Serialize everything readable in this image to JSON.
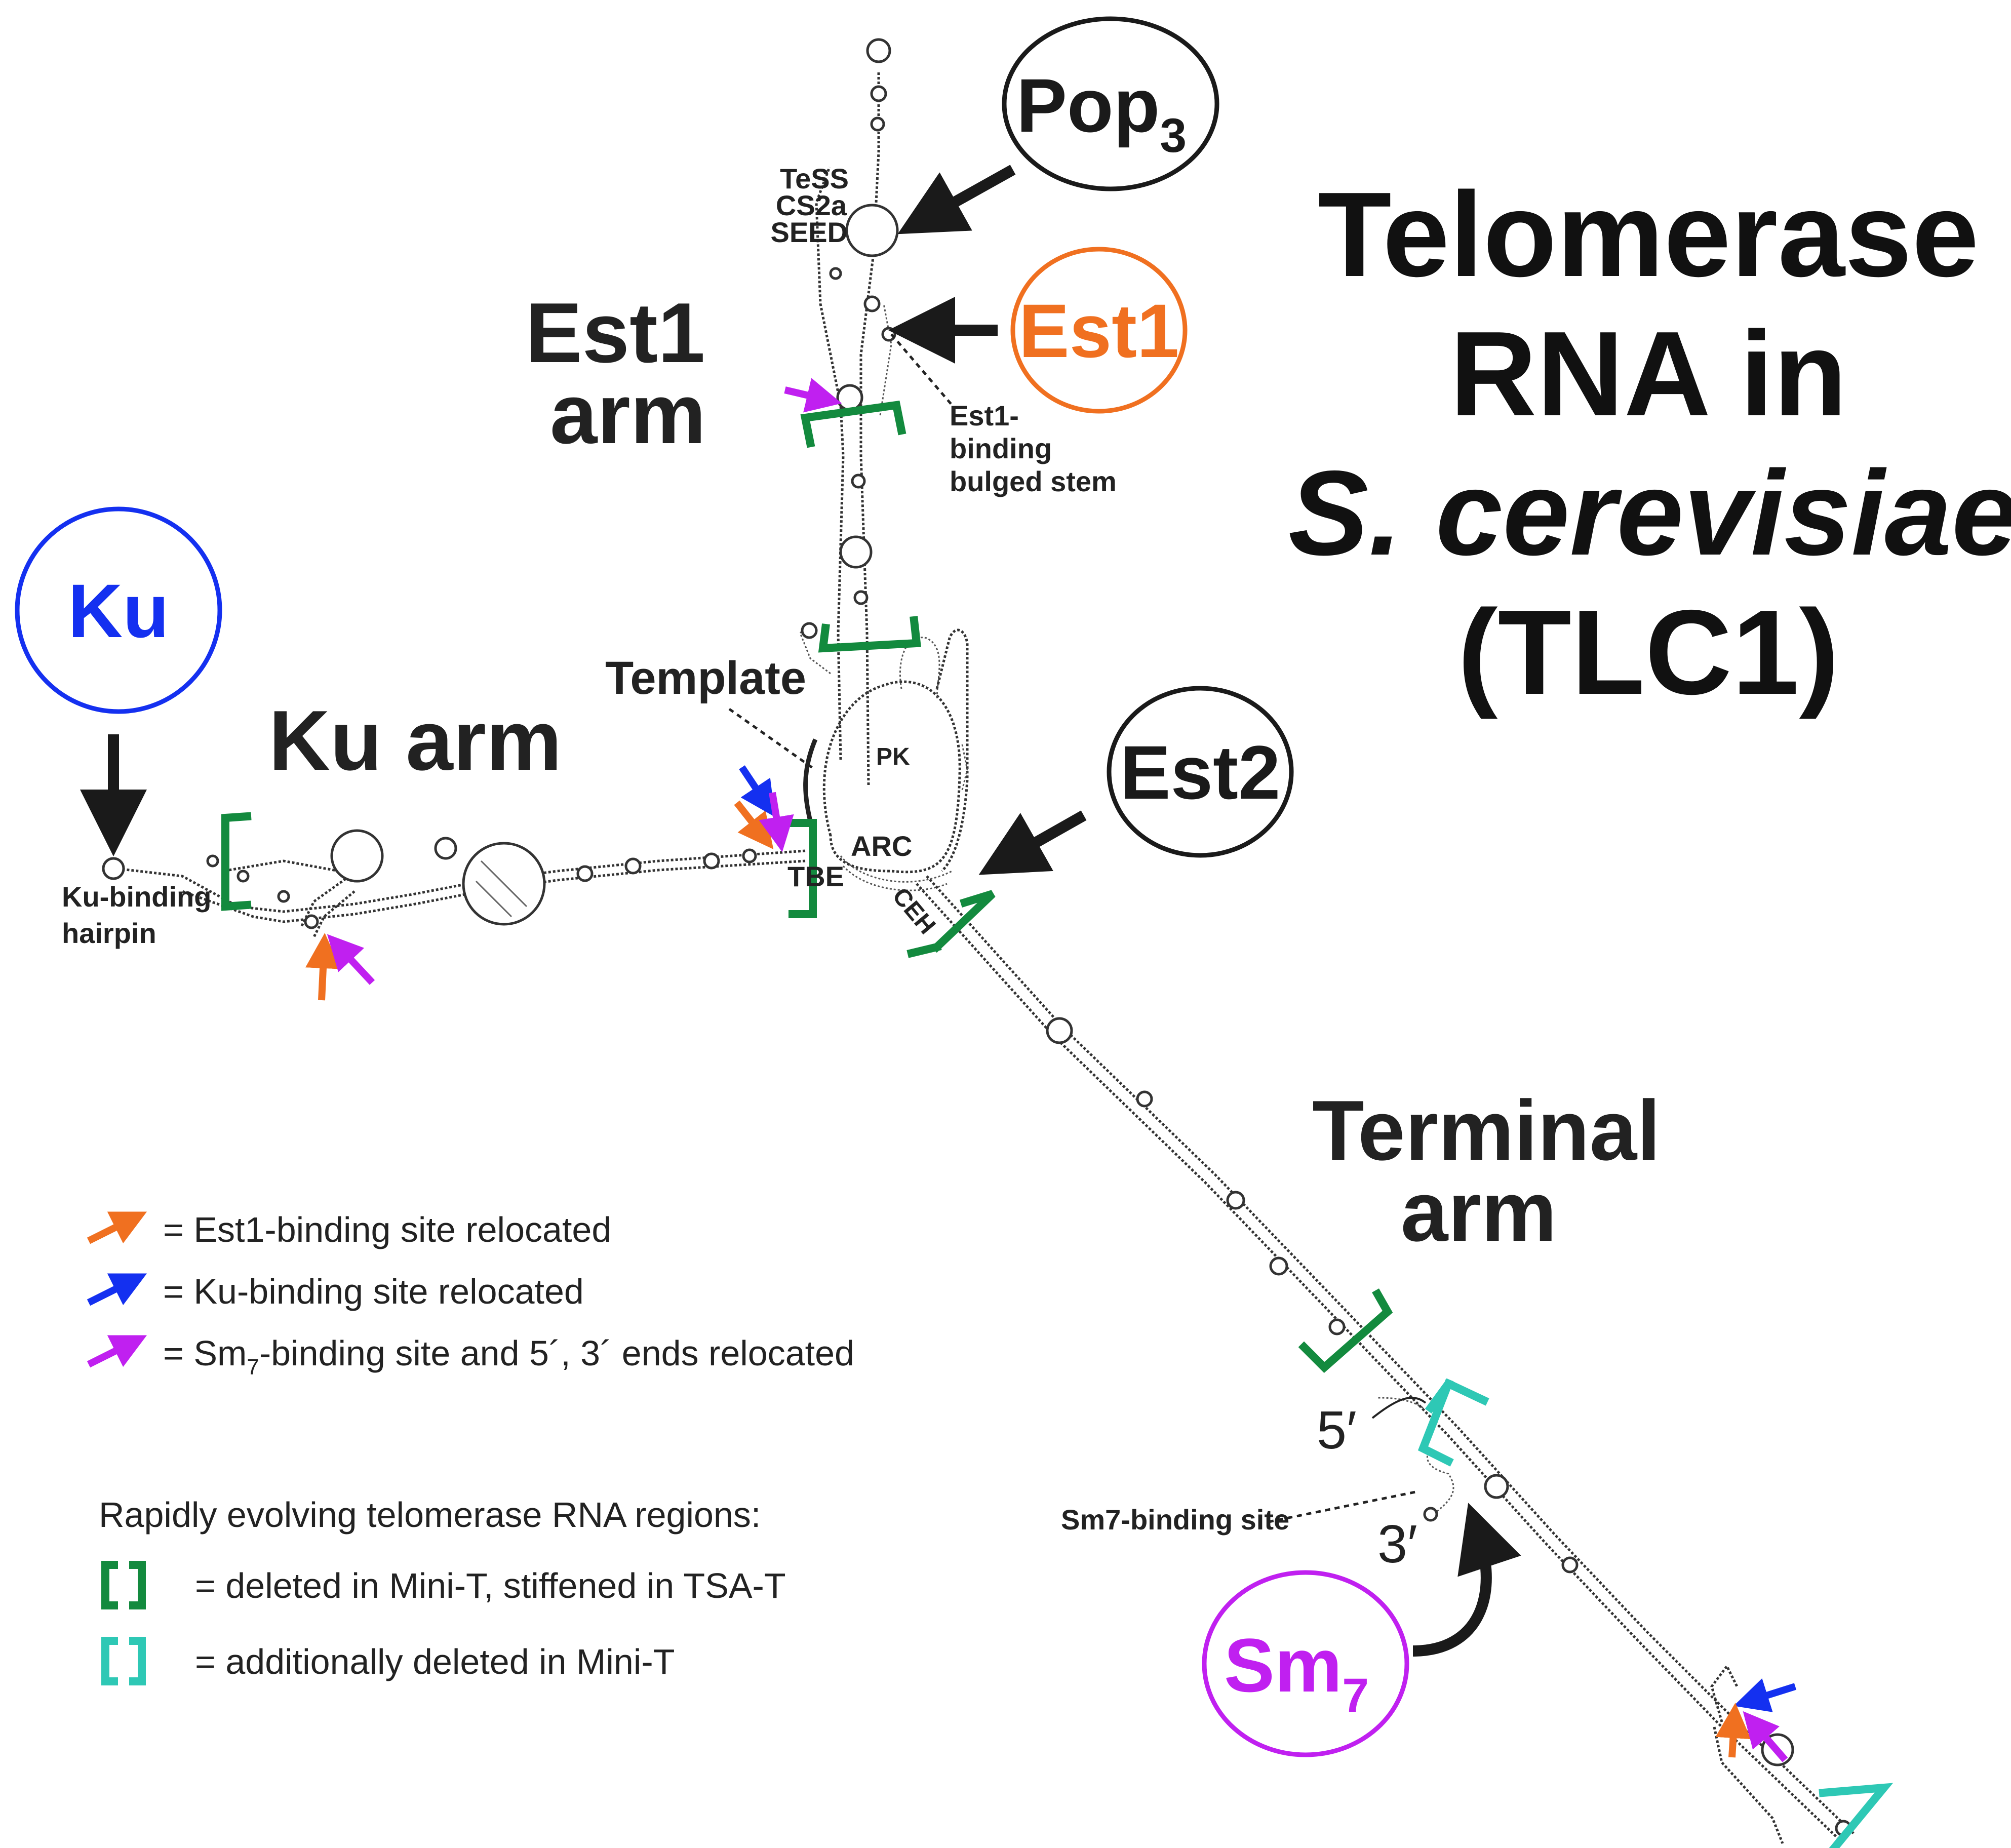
{
  "title": {
    "line1": "Telomerase",
    "line2": "RNA in",
    "line3": "S. cerevisiae",
    "line4": "(TLC1)"
  },
  "arms": {
    "est1": [
      "Est1",
      "arm"
    ],
    "ku": "Ku arm",
    "terminal": [
      "Terminal",
      "arm"
    ]
  },
  "proteins": {
    "pop3": {
      "base": "Pop",
      "sub": "3",
      "color": "#1a1a1a"
    },
    "est1": {
      "label": "Est1",
      "color": "#f07020"
    },
    "ku": {
      "label": "Ku",
      "color": "#1430f0"
    },
    "est2": {
      "label": "Est2",
      "color": "#1a1a1a"
    },
    "sm7": {
      "base": "Sm",
      "sub": "7",
      "color": "#c020f0"
    }
  },
  "labels": {
    "tess": "TeSS",
    "cs2a": "CS2a",
    "seed": "SEED",
    "est1_site": [
      "Est1-",
      "binding",
      "bulged stem"
    ],
    "template": "Template",
    "pk": "PK",
    "arc": "ARC",
    "tbe": "TBE",
    "ceh": "CEH",
    "ku_site": [
      "Ku-binding",
      "hairpin"
    ],
    "sm7_site": "Sm7-binding site",
    "five_prime": "5′",
    "three_prime": "3′"
  },
  "legend": {
    "arrows": [
      {
        "color": "#f07020",
        "pre": "= Est1-binding site relocated",
        "sub": "",
        "post": ""
      },
      {
        "color": "#1430f0",
        "pre": "= Ku-binding site relocated",
        "sub": "",
        "post": ""
      },
      {
        "color": "#c020f0",
        "pre": "= Sm",
        "sub": "7",
        "post": "-binding site and 5´, 3´ ends relocated"
      }
    ],
    "regions_heading": "Rapidly evolving telomerase RNA regions:",
    "regions": [
      {
        "color": "#138a3e",
        "text": "= deleted in Mini-T, stiffened in TSA-T"
      },
      {
        "color": "#2ec8b5",
        "text": "= additionally deleted in Mini-T"
      }
    ]
  },
  "colors": {
    "green_bracket": "#138a3e",
    "cyan_bracket": "#2ec8b5",
    "orange": "#f07020",
    "blue": "#1430f0",
    "purple": "#c020f0"
  }
}
